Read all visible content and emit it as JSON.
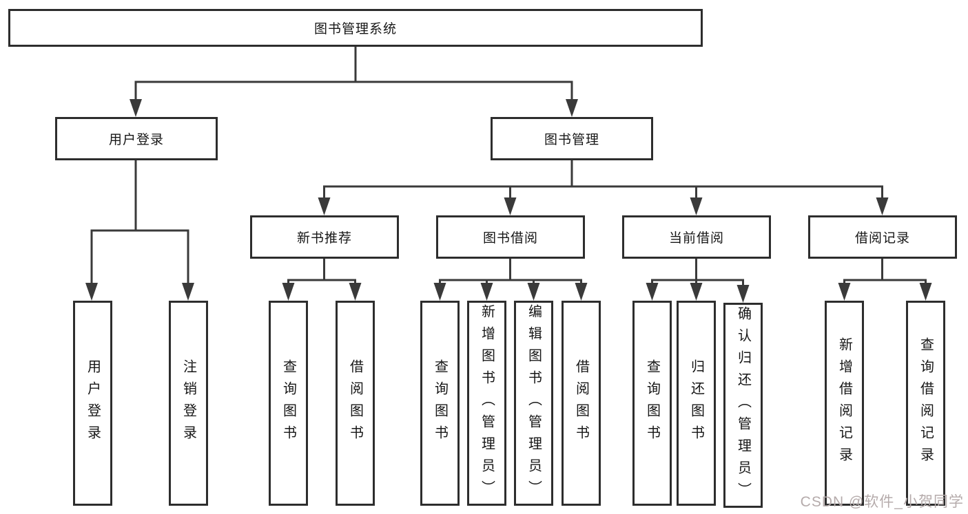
{
  "colors": {
    "line": "#3a3a3a",
    "box_border": "#2d2d2d",
    "text": "#161616",
    "watermark": "#b5abab"
  },
  "tree": {
    "root": {
      "label": "图书管理系统"
    },
    "children": [
      {
        "label": "用户登录",
        "children": [
          {
            "label": "用户登录"
          },
          {
            "label": "注销登录"
          }
        ]
      },
      {
        "label": "图书管理",
        "children": [
          {
            "label": "新书推荐",
            "children": [
              {
                "label": "查询图书"
              },
              {
                "label": "借阅图书"
              }
            ]
          },
          {
            "label": "图书借阅",
            "children": [
              {
                "label": "查询图书"
              },
              {
                "label": "新增图书（管理员）"
              },
              {
                "label": "编辑图书（管理员）"
              },
              {
                "label": "借阅图书"
              }
            ]
          },
          {
            "label": "当前借阅",
            "children": [
              {
                "label": "查询图书"
              },
              {
                "label": "归还图书"
              },
              {
                "label": "确认归还（管理员）"
              }
            ]
          },
          {
            "label": "借阅记录",
            "children": [
              {
                "label": "新增借阅记录"
              },
              {
                "label": "查询借阅记录"
              }
            ]
          }
        ]
      }
    ]
  },
  "watermark": {
    "text": "CSDN @软件_小贺同学"
  }
}
